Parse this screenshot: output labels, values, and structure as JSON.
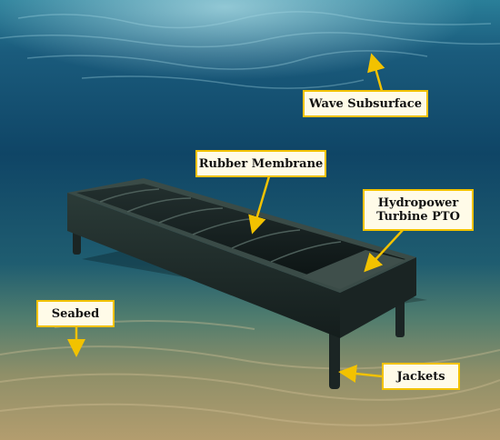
{
  "labels": {
    "wave_subsurface": "Wave Subsurface",
    "rubber_membrane": "Rubber Membrane",
    "hydropower_turbine_pto": "Hydropower\nTurbine PTO",
    "seabed": "Seabed",
    "jackets": "Jackets"
  },
  "colors": {
    "label_border": "#f2c200",
    "label_fill": "#fffbe8",
    "arrow": "#f2c200"
  }
}
